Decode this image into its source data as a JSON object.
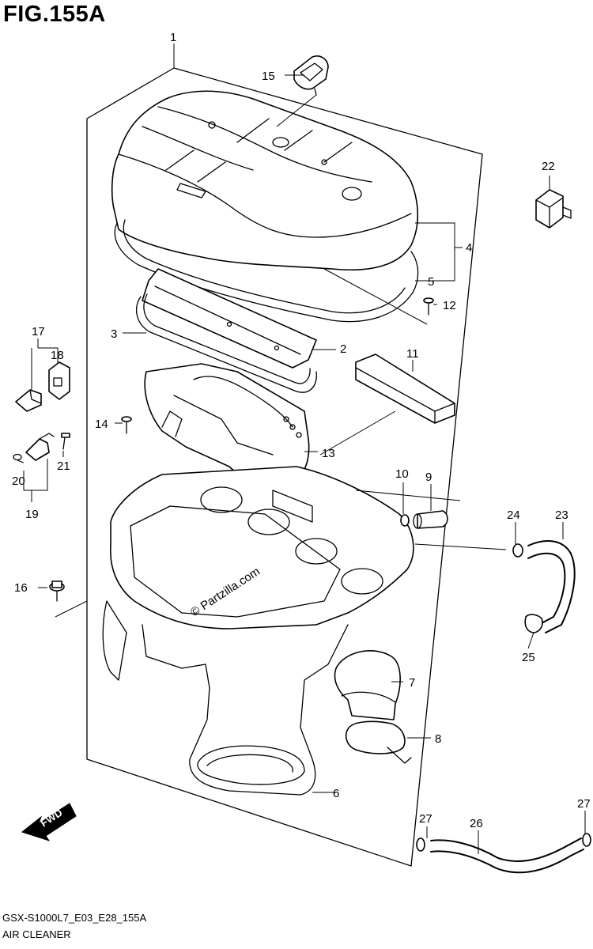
{
  "figure": {
    "title": "FIG.155A",
    "model_code": "GSX-S1000L7_E03_E28_155A",
    "section_name": "AIR CLEANER",
    "watermark": "© Partzilla.com",
    "direction_label": "FWD"
  },
  "callouts": [
    "1",
    "2",
    "3",
    "4",
    "5",
    "6",
    "7",
    "8",
    "9",
    "10",
    "11",
    "12",
    "13",
    "14",
    "15",
    "16",
    "17",
    "18",
    "19",
    "20",
    "21",
    "22",
    "23",
    "24",
    "25",
    "26",
    "27",
    "27"
  ]
}
